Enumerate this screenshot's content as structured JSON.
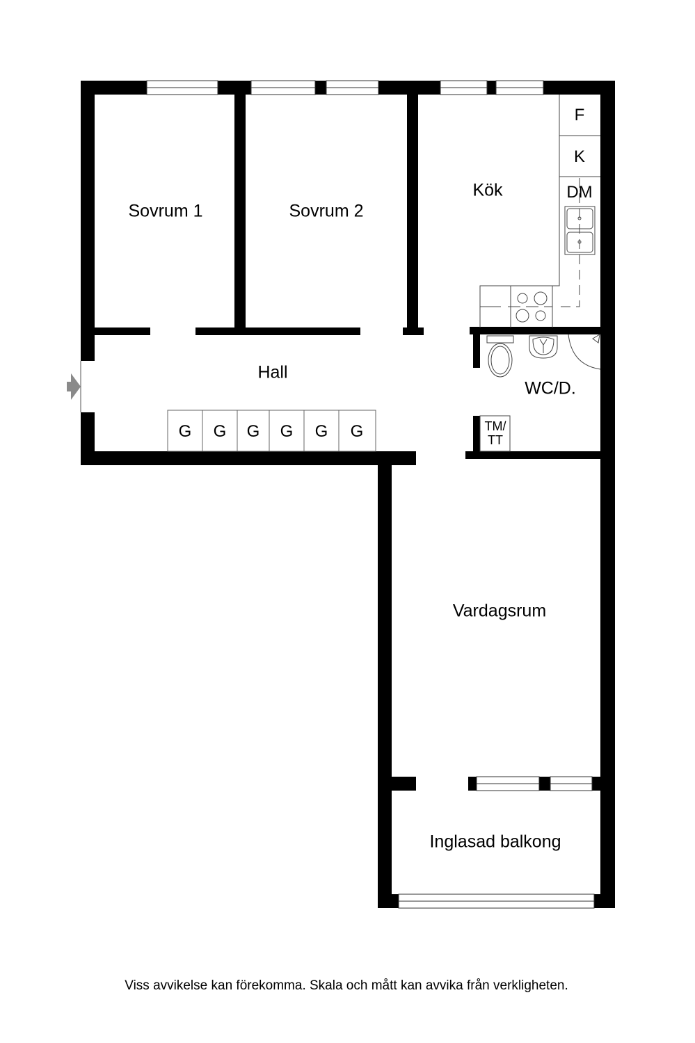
{
  "rooms": {
    "sovrum1": "Sovrum 1",
    "sovrum2": "Sovrum 2",
    "kok": "Kök",
    "hall": "Hall",
    "wc": "WC/D.",
    "vardagsrum": "Vardagsrum",
    "balkong": "Inglasad balkong"
  },
  "fixtures": {
    "fridge": "F",
    "freezer": "K",
    "dishwasher": "DM",
    "tm_line1": "TM/",
    "tm_line2": "TT",
    "wardrobes": [
      "G",
      "G",
      "G",
      "G",
      "G",
      "G"
    ]
  },
  "disclaimer": "Viss avvikelse kan förekomma. Skala och mått kan avvika från verkligheten.",
  "colors": {
    "wall": "#000000",
    "entry_arrow": "#8a8a8a",
    "line": "#555555"
  }
}
